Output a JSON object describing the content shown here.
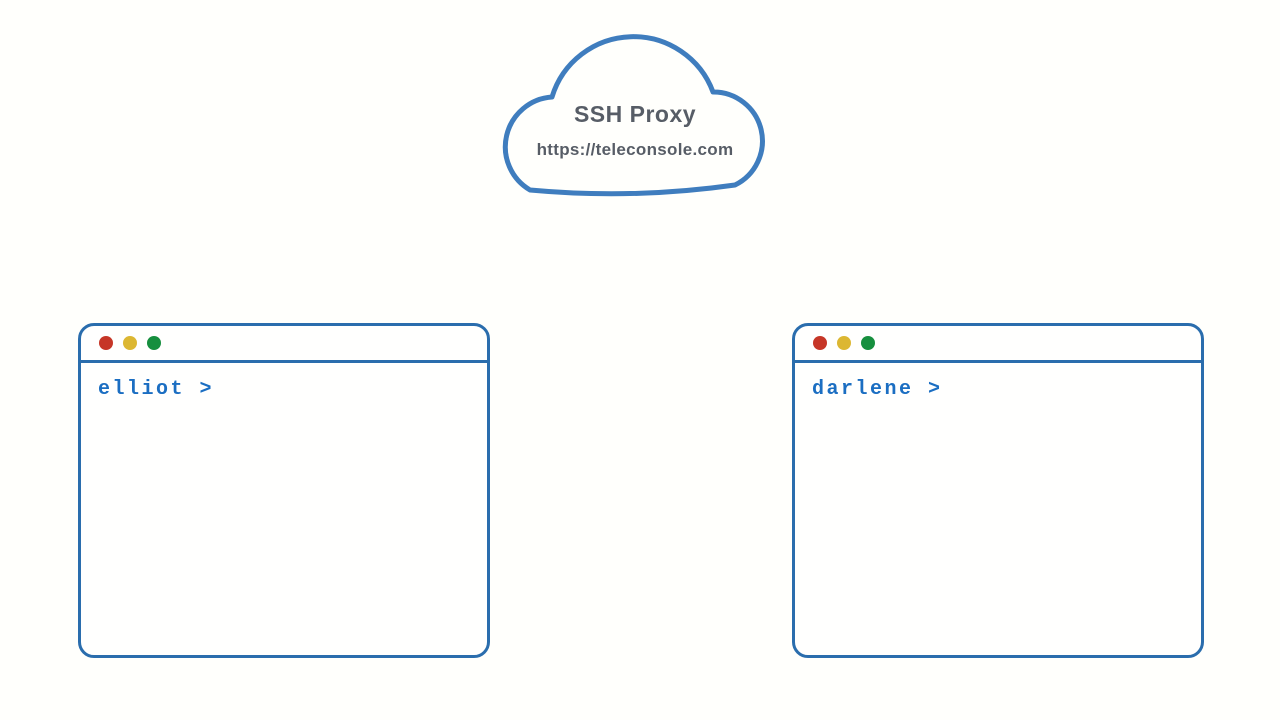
{
  "cloud": {
    "label": "SSH Proxy",
    "url": "https://teleconsole.com"
  },
  "terminals": [
    {
      "prompt": "elliot >"
    },
    {
      "prompt": "darlene >"
    }
  ],
  "colors": {
    "background": "#fffffc",
    "cloud_stroke": "#3f7dbe",
    "cloud_text": "#575d66",
    "terminal_border": "#2a6dad",
    "prompt_text": "#1b6ec2",
    "traffic_red": "#c63627",
    "traffic_yellow": "#dcb732",
    "traffic_green": "#168f3e"
  }
}
